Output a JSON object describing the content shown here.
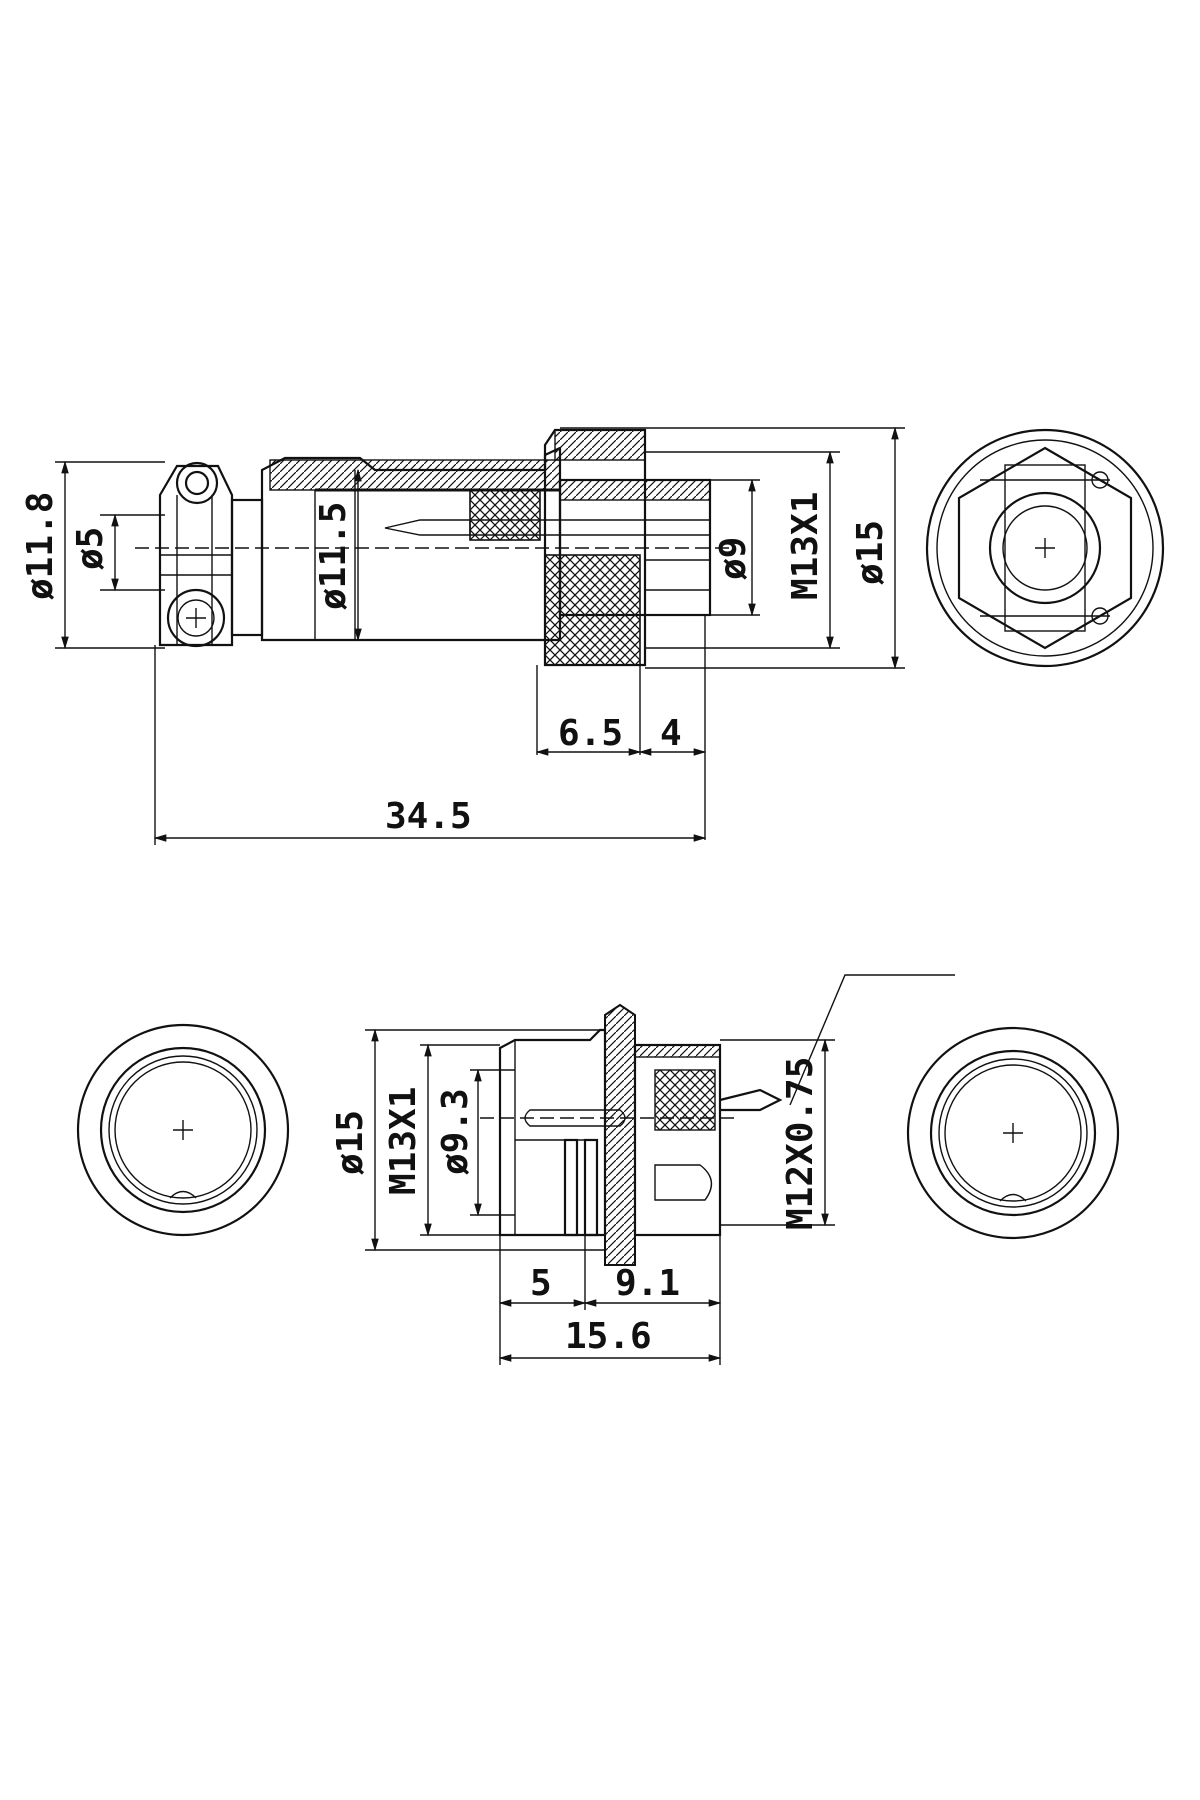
{
  "plug": {
    "dia_overall_left": "ø11.8",
    "dia_cable": "ø5",
    "dia_body": "ø11.5",
    "dia_inner": "ø9",
    "thread": "M13X1",
    "dia_nut": "ø15",
    "len_knurl": "6.5",
    "len_tip": "4",
    "len_total": "34.5"
  },
  "socket": {
    "dia_flange": "ø15",
    "thread": "M13X1",
    "dia_inner": "ø9.3",
    "panel_thread": "M12X0.75",
    "len_front": "5",
    "len_rear": "9.1",
    "len_total": "15.6"
  }
}
